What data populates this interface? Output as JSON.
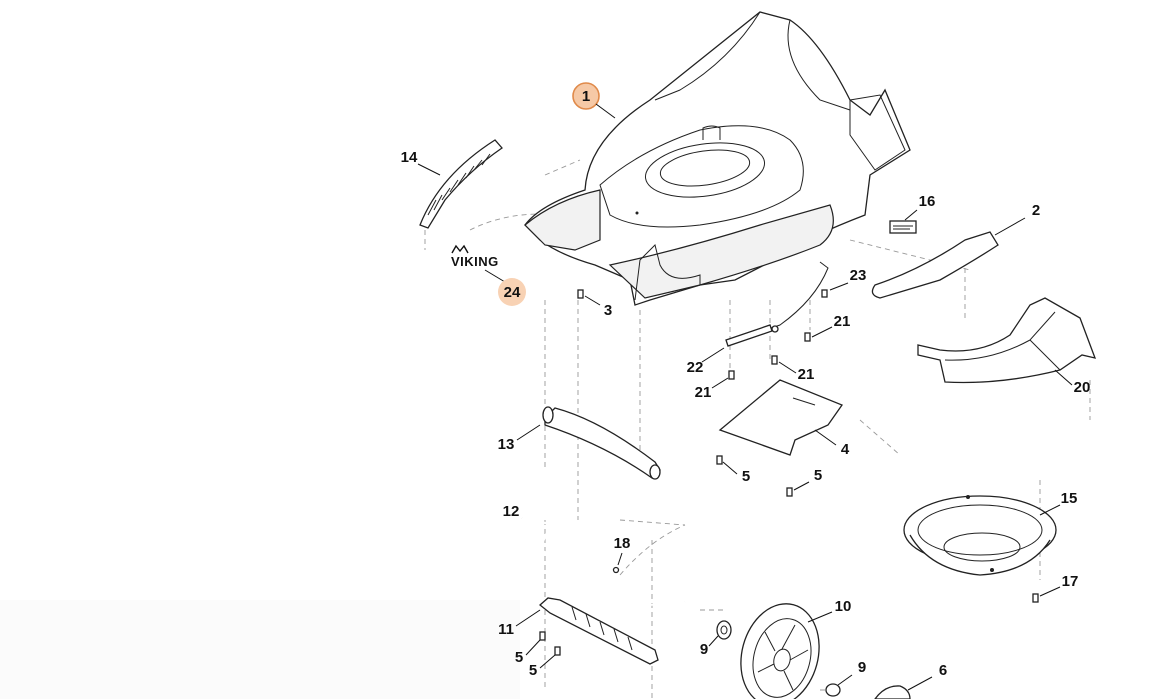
{
  "diagram": {
    "brand_logo": "VIKING",
    "highlighted_callouts": [
      "1",
      "24"
    ],
    "callouts": {
      "c1": "1",
      "c2": "2",
      "c3": "3",
      "c4": "4",
      "c5a": "5",
      "c5b": "5",
      "c5c": "5",
      "c5d": "5",
      "c6": "6",
      "c9a": "9",
      "c9b": "9",
      "c10": "10",
      "c11": "11",
      "c12": "12",
      "c13": "13",
      "c14": "14",
      "c15": "15",
      "c16": "16",
      "c17": "17",
      "c18": "18",
      "c20": "20",
      "c21a": "21",
      "c21b": "21",
      "c21c": "21",
      "c22": "22",
      "c23": "23",
      "c24": "24"
    },
    "colors": {
      "highlight_fill": "#f6c9a6",
      "highlight_stroke": "#e08a4a",
      "line": "#222222"
    }
  }
}
